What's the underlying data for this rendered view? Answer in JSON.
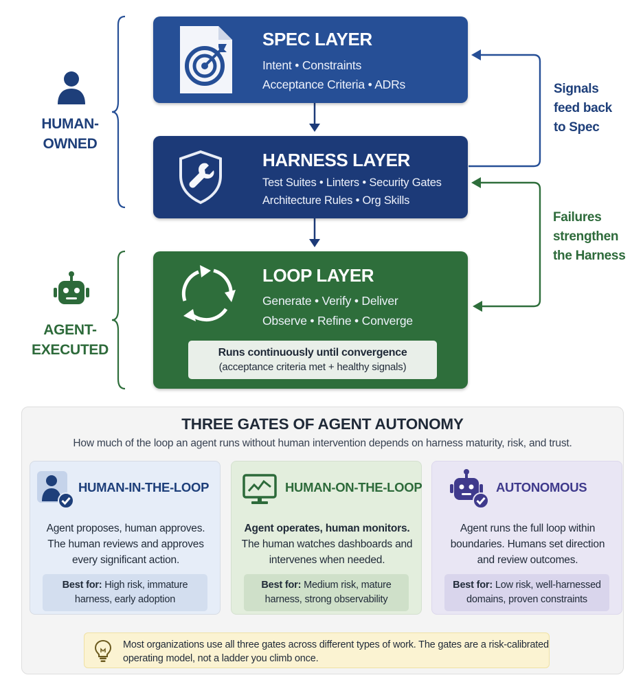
{
  "owners": {
    "human": {
      "line1": "HUMAN-",
      "line2": "OWNED",
      "icon": "person-icon",
      "color": "#1e3f7a"
    },
    "agent": {
      "line1": "AGENT-",
      "line2": "EXECUTED",
      "icon": "robot-icon",
      "color": "#2d6a3a"
    }
  },
  "layers": {
    "spec": {
      "title": "SPEC LAYER",
      "line1": "Intent  •  Constraints",
      "line2": "Acceptance Criteria  •  ADRs",
      "icon": "target-document-icon",
      "color": "#264f96"
    },
    "harness": {
      "title": "HARNESS LAYER",
      "line1": "Test Suites  •  Linters  •  Security Gates",
      "line2": "Architecture Rules  •  Org Skills",
      "icon": "shield-wrench-icon",
      "color": "#1c3a78"
    },
    "loop": {
      "title": "LOOP LAYER",
      "line1": "Generate  •  Verify  •  Deliver",
      "line2": "Observe  •  Refine  •  Converge",
      "icon": "cycle-arrows-icon",
      "color": "#2e6e3b",
      "note_title": "Runs continuously until convergence",
      "note_detail": "(acceptance criteria met + healthy signals)"
    }
  },
  "feedback": {
    "spec": {
      "line1": "Signals",
      "line2": "feed back",
      "line3": "to Spec"
    },
    "harness": {
      "line1": "Failures",
      "line2": "strengthen",
      "line3": "the Harness"
    }
  },
  "gates": {
    "title": "THREE GATES OF AGENT AUTONOMY",
    "subtitle": "How much of the loop an agent runs without human intervention depends on harness maturity, risk, and trust.",
    "items": [
      {
        "name": "HUMAN-IN-THE-LOOP",
        "icon": "person-check-icon",
        "desc1": "Agent proposes, human approves.",
        "desc2": "The human reviews and approves",
        "desc3": "every significant action.",
        "best_label": "Best for:",
        "best1": "High risk, immature",
        "best2": "harness, early adoption"
      },
      {
        "name": "HUMAN-ON-THE-LOOP",
        "icon": "monitor-chart-icon",
        "desc1": "Agent operates, human monitors.",
        "desc2": "The human watches dashboards and",
        "desc3": "intervenes when needed.",
        "best_label": "Best for:",
        "best1": "Medium risk, mature",
        "best2": "harness, strong observability"
      },
      {
        "name": "AUTONOMOUS",
        "icon": "robot-check-icon",
        "desc1": "Agent runs the full loop within",
        "desc2": "boundaries. Humans set direction",
        "desc3": "and review outcomes.",
        "best_label": "Best for:",
        "best1": "Low risk, well-harnessed",
        "best2": "domains, proven constraints"
      }
    ],
    "tip": {
      "icon": "lightbulb-icon",
      "line1": "Most organizations use all three gates across different types of work. The gates are a risk-calibrated",
      "line2": "operating model, not a ladder you climb once."
    }
  }
}
